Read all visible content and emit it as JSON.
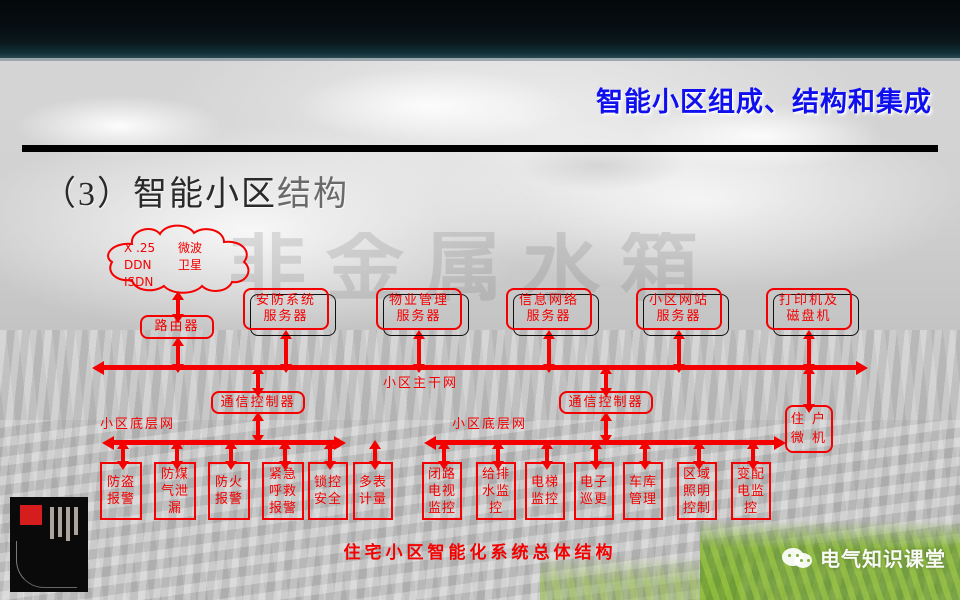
{
  "slide": {
    "title": "智能小区组成、结构和集成",
    "heading_plain": "（3）智能小区",
    "heading_highlight": "结构",
    "background_watermark": "非金属水箱",
    "caption": "住宅小区智能化系统总体结构",
    "accent_color": "#f40000",
    "title_color": "#1010ee"
  },
  "diagram": {
    "cloud": {
      "line1_left": "X .25",
      "line1_right": "微波",
      "line2_left": "DDN",
      "line2_right": "卫星",
      "line3_left": "ISDN"
    },
    "router": "路由器",
    "servers": [
      {
        "line1": "安防系统",
        "line2": "服务器"
      },
      {
        "line1": "物业管理",
        "line2": "服务器"
      },
      {
        "line1": "信息网络",
        "line2": "服务器"
      },
      {
        "line1": "小区网站",
        "line2": "服务器"
      },
      {
        "line1": "打印机及",
        "line2": "磁盘机"
      }
    ],
    "backbone_label": "小区主干网",
    "controllers": [
      "通信控制器",
      "通信控制器"
    ],
    "sub_net_labels": [
      "小区底层网",
      "小区底层网"
    ],
    "resident_pc": {
      "line1": "住 户",
      "line2": "微 机"
    },
    "terminals_left": [
      "防盗报警",
      "防煤气泄漏",
      "防火报警",
      "紧急呼救报警",
      "锁控安全",
      "多表计量"
    ],
    "terminals_right": [
      "闭路电视监控",
      "给排水监控",
      "电梯监控",
      "电子巡更",
      "车库管理",
      "区域照明控制",
      "变配电监控"
    ]
  },
  "watermark": {
    "brand": "电气知识课堂",
    "icon": "wechat-icon"
  }
}
